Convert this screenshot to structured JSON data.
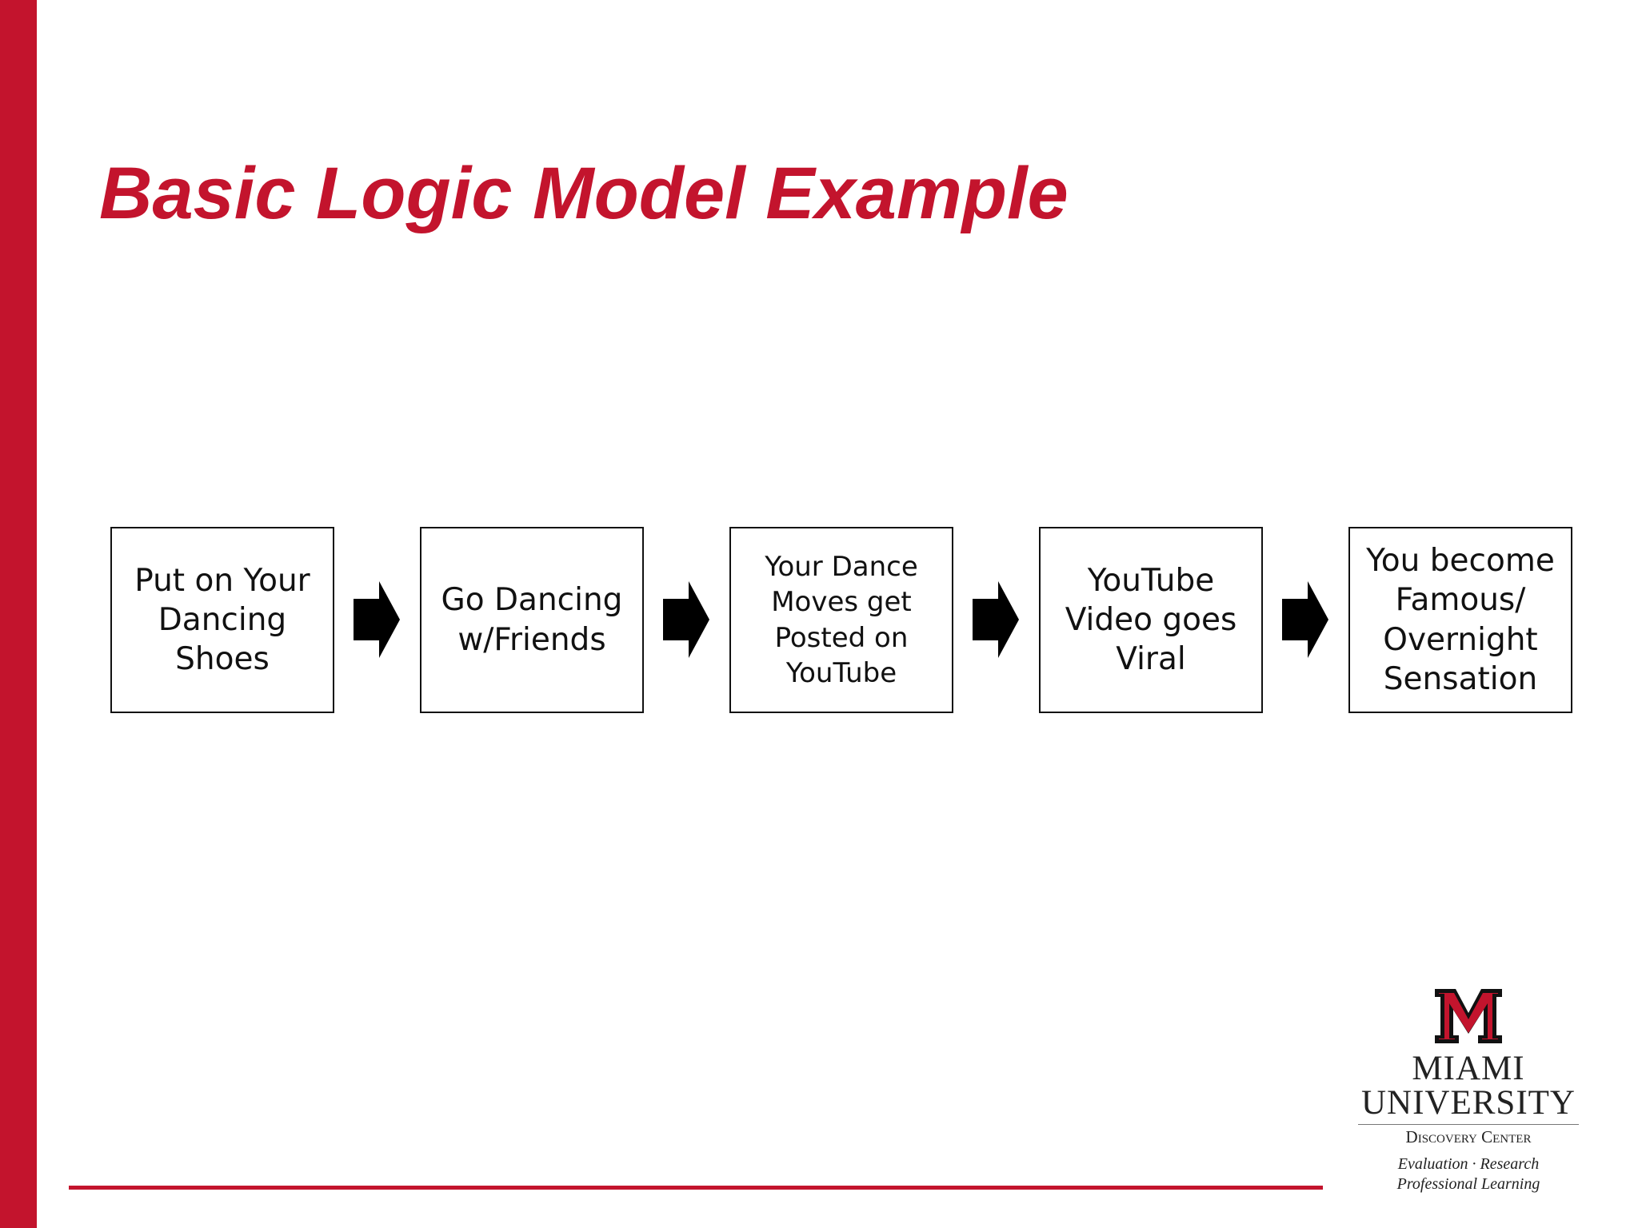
{
  "slide": {
    "title": "Basic Logic Model Example",
    "accent_color": "#c3142d"
  },
  "flow": {
    "steps": [
      {
        "label": "Put on Your\nDancing\nShoes"
      },
      {
        "label": "Go Dancing\nw/Friends"
      },
      {
        "label": "Your Dance\nMoves get\nPosted on\nYouTube"
      },
      {
        "label": "YouTube\nVideo goes\nViral"
      },
      {
        "label": "You become\nFamous/\nOvernight\nSensation"
      }
    ],
    "arrow_icon": "arrow-right-icon"
  },
  "logo": {
    "icon": "miami-m-icon",
    "name_line1": "MIAMI",
    "name_line2": "UNIVERSITY",
    "department": "Discovery Center",
    "tagline_line1": "Evaluation · Research",
    "tagline_line2": "Professional Learning"
  }
}
